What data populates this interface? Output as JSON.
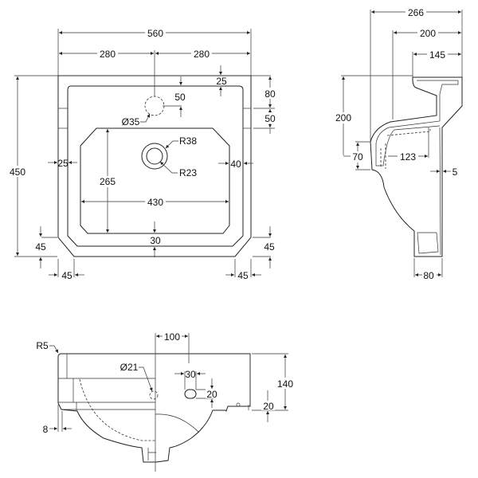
{
  "top_view": {
    "width_total": "560",
    "width_left_half": "280",
    "width_right_half": "280",
    "depth_total": "450",
    "rim_top": "25",
    "tap_hole_offset": "50",
    "tap_hole_diameter": "Ø35",
    "overflow_from_back": "80",
    "overflow_height": "50",
    "waste_outer_radius": "R38",
    "waste_inner_radius": "R23",
    "rim_left": "25",
    "rim_right": "40",
    "bowl_depth": "265",
    "bowl_width": "430",
    "rim_front": "30",
    "chamfer_left_vertical": "45",
    "chamfer_right_vertical": "45",
    "chamfer_left_horizontal": "45",
    "chamfer_right_horizontal": "45"
  },
  "side_view": {
    "depth_total": "266",
    "depth_mid": "200",
    "depth_top": "145",
    "height": "200",
    "outlet_height": "70",
    "outlet_length": "123",
    "wall_gap": "5",
    "foot_width": "80"
  },
  "front_view": {
    "corner_radius": "R5",
    "overflow_offset": "100",
    "hole_diameter": "Ø21",
    "slot_width": "30",
    "slot_height": "20",
    "height": "140",
    "base_step": "20",
    "edge_offset": "8"
  }
}
